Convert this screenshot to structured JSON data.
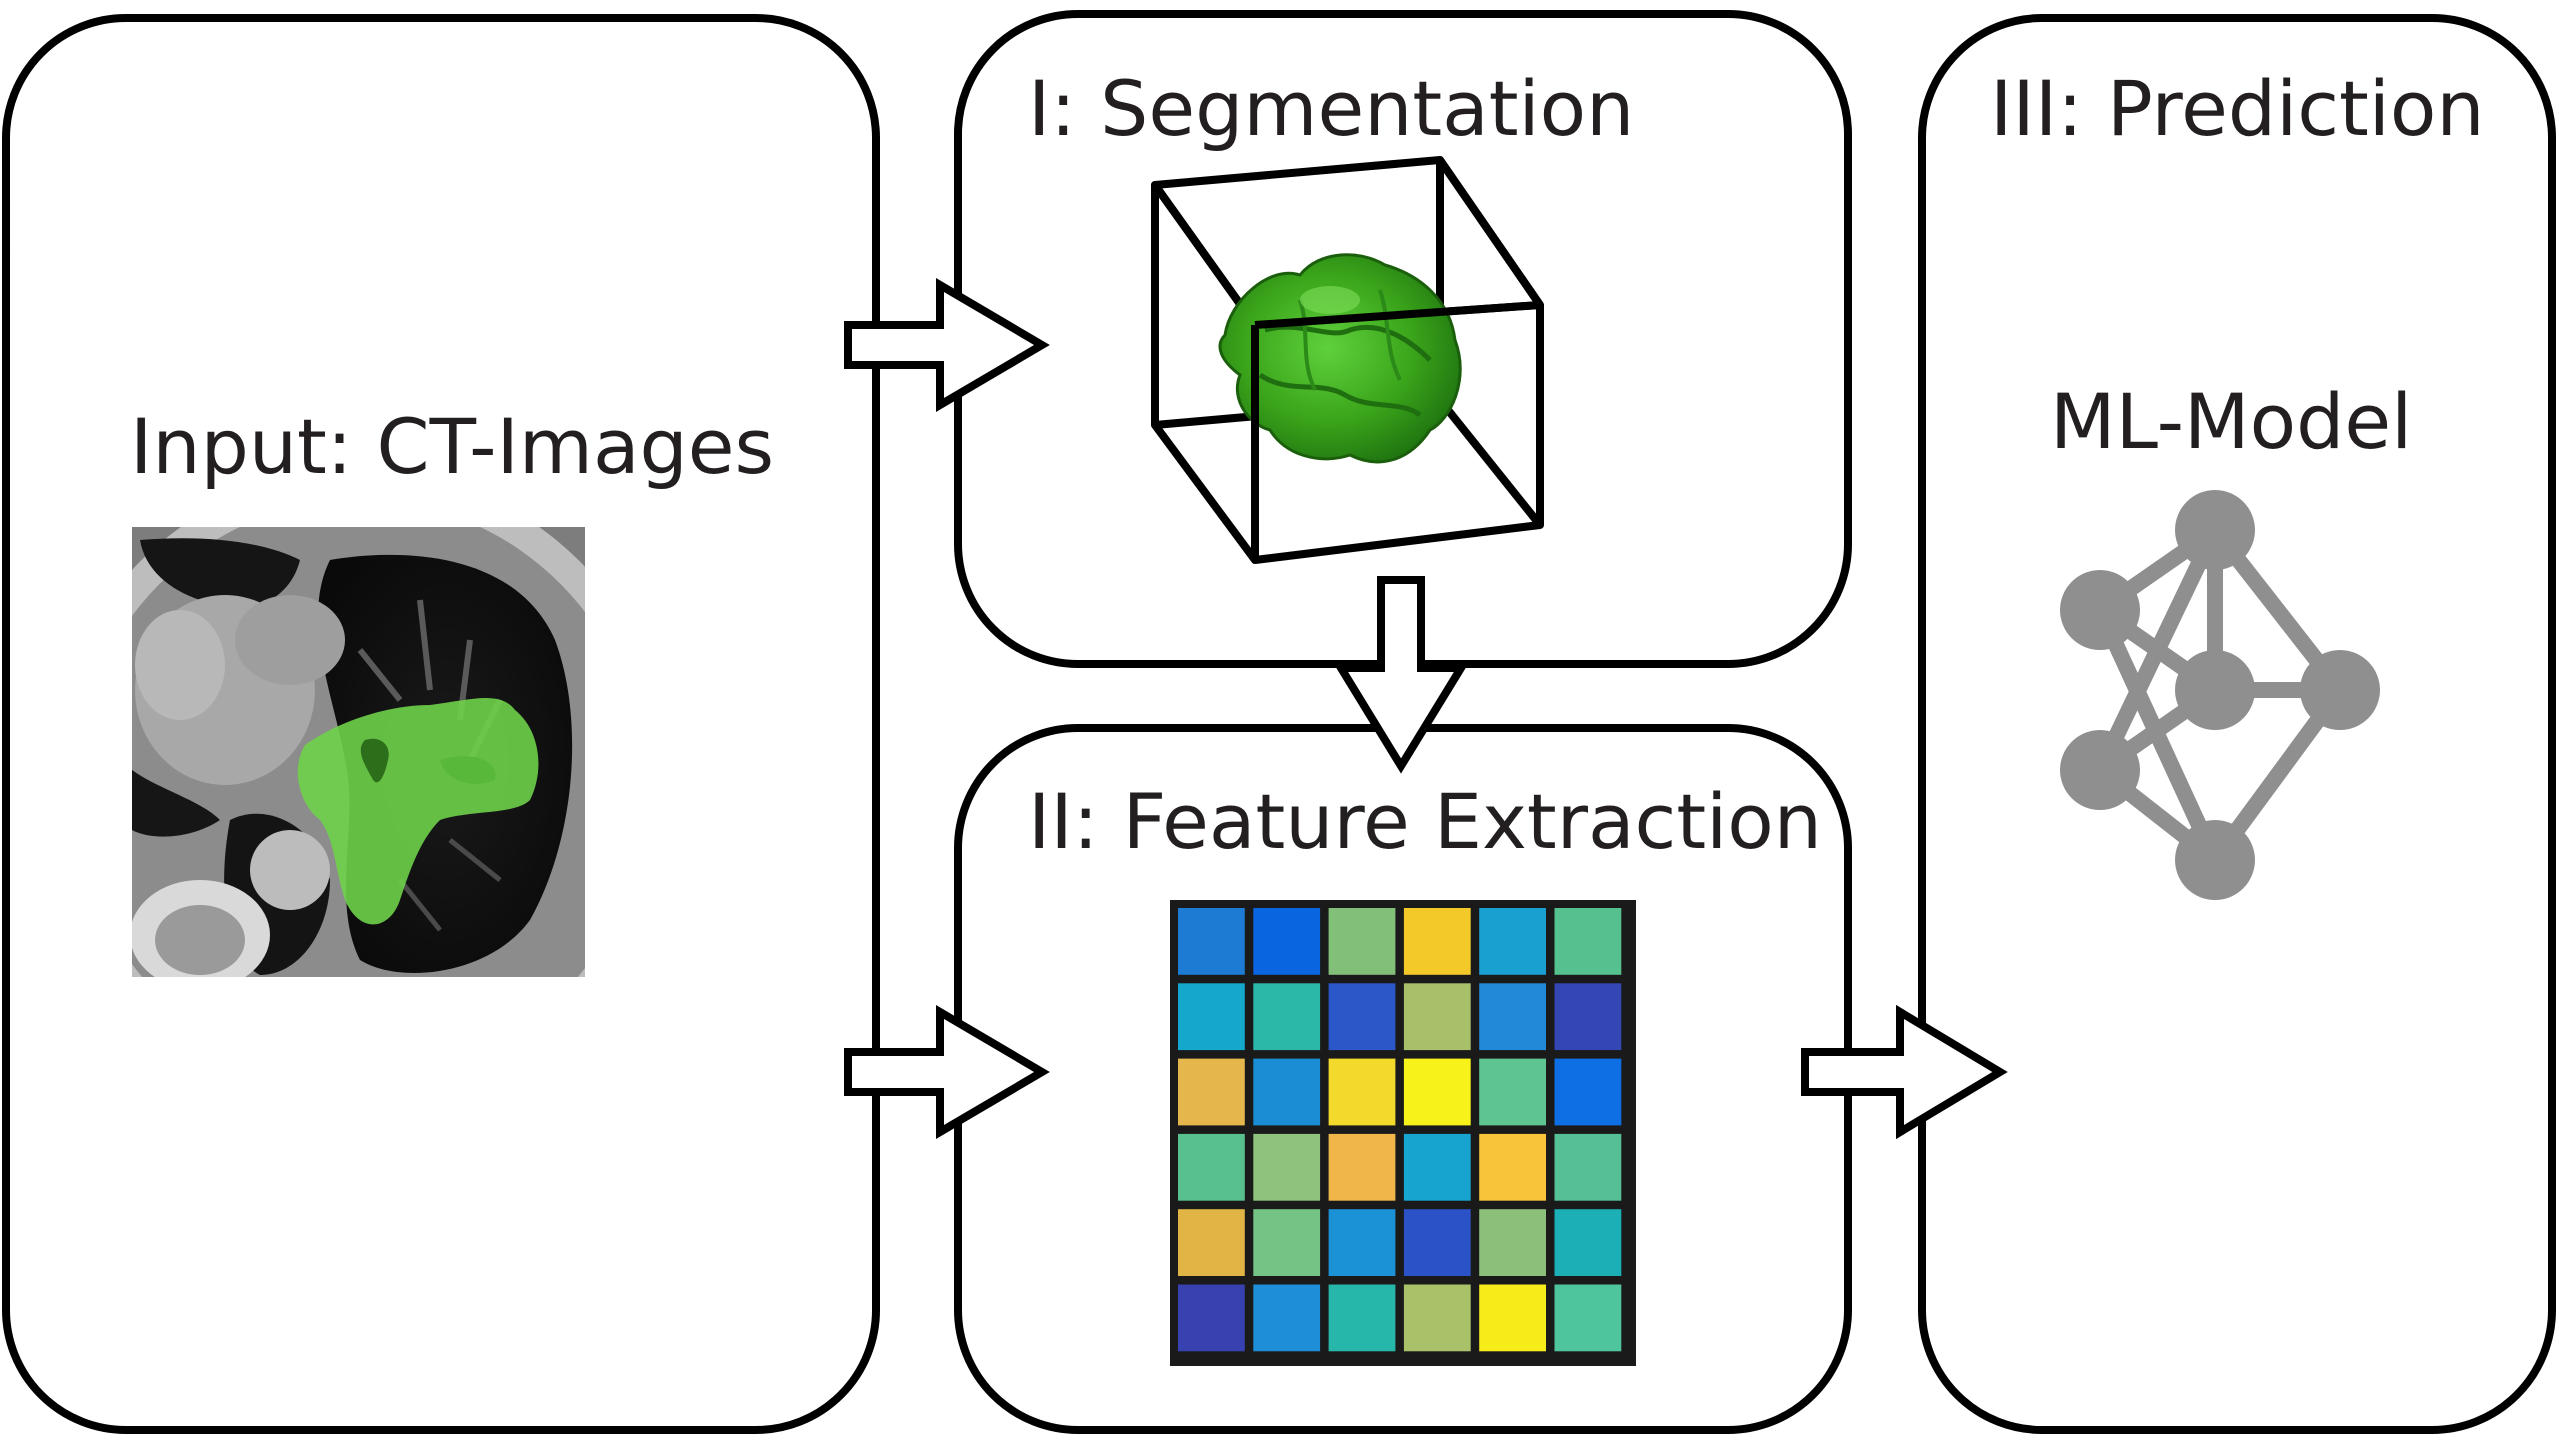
{
  "panels": {
    "input": {
      "title": "Input: CT-Images"
    },
    "segmentation": {
      "title": "I: Segmentation"
    },
    "feature_extraction": {
      "title": "II: Feature Extraction"
    },
    "prediction": {
      "title": "III: Prediction",
      "model_label": "ML-Model"
    }
  },
  "colors": {
    "stroke": "#000000",
    "tumor_green": "#3aa31a",
    "tumor_overlay": "#5cc63a",
    "network_gray": "#8f8f8f",
    "text": "#231f20"
  },
  "feature_matrix": [
    [
      "#1d7bd4",
      "#0a66e0",
      "#82c07a",
      "#f2c928",
      "#1aa0d0",
      "#55c18e"
    ],
    [
      "#14a8cc",
      "#2cb8a9",
      "#2b57c9",
      "#a8c06a",
      "#2289d8",
      "#3346b3"
    ],
    [
      "#e5b64b",
      "#1b8dd5",
      "#f3d92c",
      "#f6f21a",
      "#5ec492",
      "#0e6fe4"
    ],
    [
      "#57c08e",
      "#8fc27c",
      "#f0b64a",
      "#17a4cf",
      "#f8c43a",
      "#55bf96"
    ],
    [
      "#e0b445",
      "#76c386",
      "#1b92d6",
      "#2b52c6",
      "#8cc07a",
      "#1cb0b6"
    ],
    [
      "#3742b0",
      "#1f8ed8",
      "#27b7aa",
      "#a9c26a",
      "#f6ec1a",
      "#4ec59d"
    ]
  ]
}
